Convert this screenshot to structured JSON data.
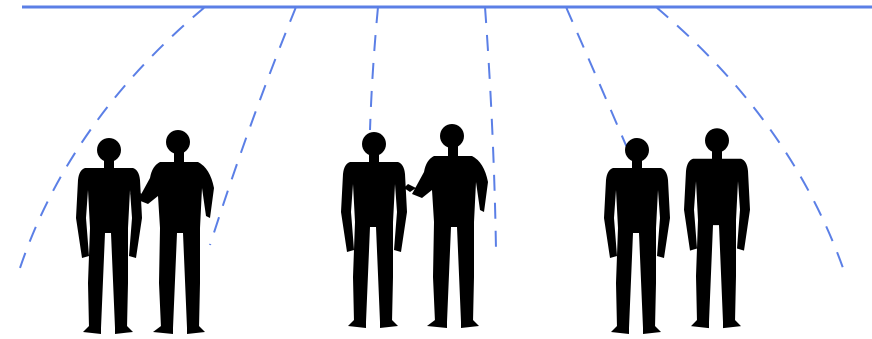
{
  "colors": {
    "background": "#ffffff",
    "line": "#5b7fe6",
    "silhouette": "#000000"
  },
  "diagram": {
    "ceiling_line": {
      "style": "solid"
    },
    "coverage_lines": {
      "style": "dashed",
      "count": 6
    },
    "groups": [
      {
        "name": "left-pair",
        "people": [
          "person-listening",
          "person-gesturing"
        ]
      },
      {
        "name": "middle-pair",
        "people": [
          "person-listening",
          "person-gesturing"
        ]
      },
      {
        "name": "right-pair",
        "people": [
          "person-standing",
          "person-standing"
        ]
      }
    ]
  }
}
